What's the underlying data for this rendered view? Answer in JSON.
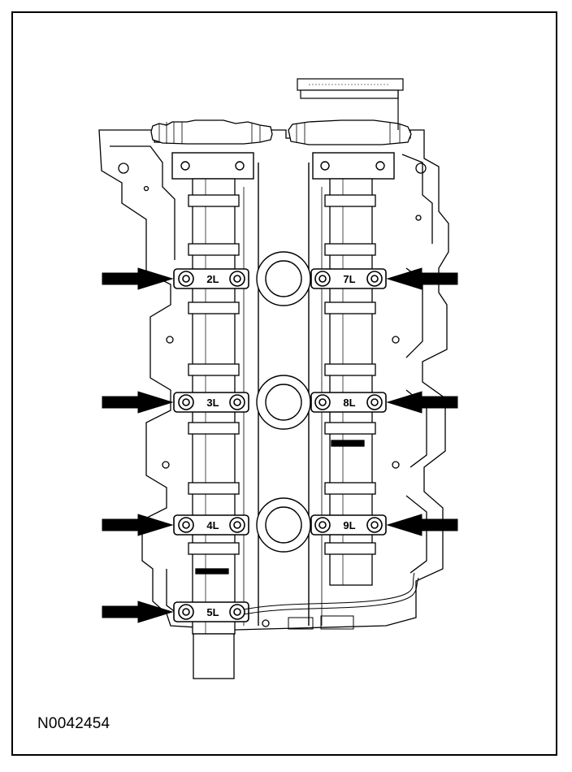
{
  "figure": {
    "id": "N0042454",
    "caps": [
      {
        "label": "2L",
        "side": "left"
      },
      {
        "label": "3L",
        "side": "left"
      },
      {
        "label": "4L",
        "side": "left"
      },
      {
        "label": "5L",
        "side": "left"
      },
      {
        "label": "7L",
        "side": "right"
      },
      {
        "label": "8L",
        "side": "right"
      },
      {
        "label": "9L",
        "side": "right"
      }
    ]
  }
}
